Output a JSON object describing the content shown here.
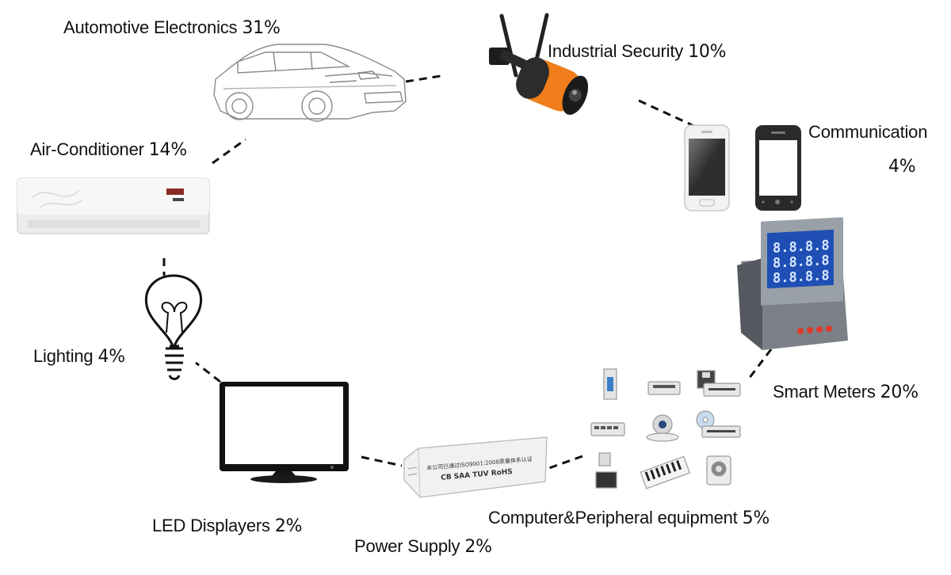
{
  "segments": [
    {
      "id": "automotive",
      "name": "Automotive Electronics",
      "pct": "31%"
    },
    {
      "id": "security",
      "name": "Industrial Security",
      "pct": "10%"
    },
    {
      "id": "communication",
      "name": "Communication",
      "pct": "4%"
    },
    {
      "id": "meters",
      "name": "Smart Meters",
      "pct": "20%"
    },
    {
      "id": "computer",
      "name": "Computer&Peripheral equipment",
      "pct": "5%"
    },
    {
      "id": "power",
      "name": "Power Supply",
      "pct": "2%"
    },
    {
      "id": "led",
      "name": "LED Displayers",
      "pct": "2%"
    },
    {
      "id": "lighting",
      "name": "Lighting",
      "pct": "4%"
    },
    {
      "id": "aircon",
      "name": "Air-Conditioner",
      "pct": "14%"
    }
  ],
  "device_text": {
    "power_supply_line1": "本公司已通过ISO9001:2008质量体系认证",
    "power_supply_line2": "CB  SAA  TUV  RoHS",
    "meter_digits": "8.8.8.8"
  },
  "icons": [
    "car-icon",
    "security-camera-icon",
    "smartphones-icon",
    "power-meter-icon",
    "computer-peripherals-icon",
    "power-supply-icon",
    "monitor-icon",
    "light-bulb-icon",
    "air-conditioner-icon"
  ]
}
